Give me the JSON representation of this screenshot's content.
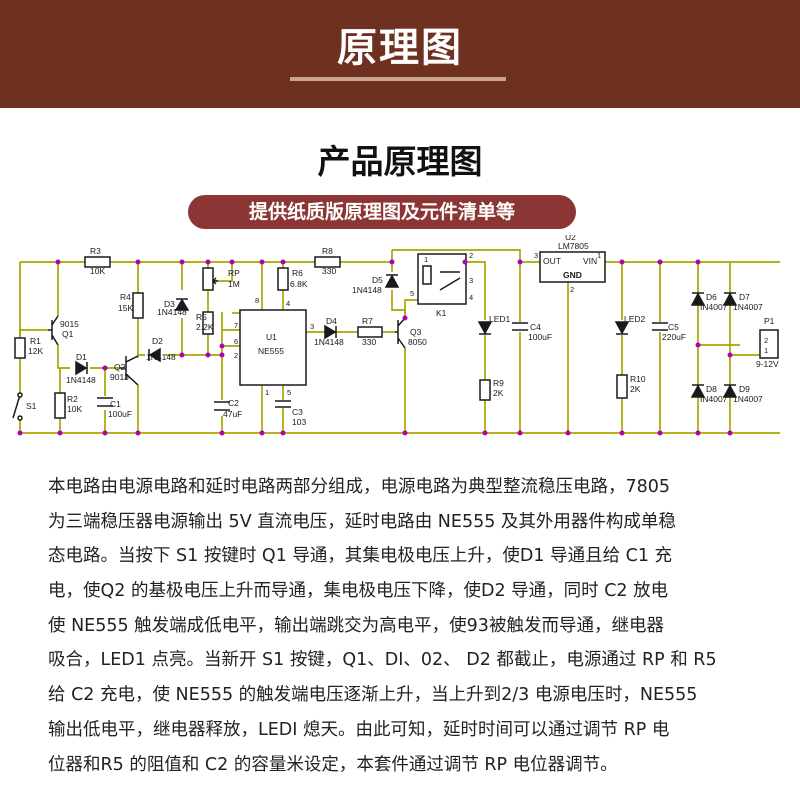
{
  "header": {
    "title": "原理图"
  },
  "section": {
    "title": "产品原理图",
    "subtitle": "提供纸质版原理图及元件清单等"
  },
  "schematic": {
    "labels": {
      "R3": "R3",
      "R3v": "10K",
      "R4": "R4",
      "R4v": "15K",
      "RP": "RP",
      "RPv": "1M",
      "R5": "R5",
      "R5v": "2.2K",
      "R6": "R6",
      "R6v": "6.8K",
      "R8": "R8",
      "R8v": "330",
      "D5": "D5",
      "D5v": "1N4148",
      "U2": "U2",
      "U2v": "LM7805",
      "OUT": "OUT",
      "VIN": "VIN",
      "GND": "GND",
      "R1": "R1",
      "R1v": "12K",
      "Q1": "Q1",
      "Q1v": "9015",
      "D3": "D3",
      "D3v": "1N4148",
      "D2": "D2",
      "D2v": "1N4148",
      "U1": "U1",
      "U1v": "NE555",
      "D4": "D4",
      "D4v": "1N4148",
      "R7": "R7",
      "R7v": "330",
      "Q3": "Q3",
      "Q3v": "8050",
      "K1": "K1",
      "LED1": "LED1",
      "C4": "C4",
      "C4v": "100uF",
      "LED2": "LED2",
      "C5": "C5",
      "C5v": "220uF",
      "D6": "D6",
      "D6v": "IN4007",
      "D7": "D7",
      "D7v": "1N4007",
      "D8": "D8",
      "D8v": "IN4007",
      "D9": "D9",
      "D9v": "1N4007",
      "P1": "P1",
      "P1v": "9-12V",
      "D1": "D1",
      "D1v": "1N4148",
      "Q2": "Q2",
      "Q2v": "9013",
      "R2": "R2",
      "R2v": "10K",
      "C1": "C1",
      "C1v": "100uF",
      "S1": "S1",
      "C2": "C2",
      "C2v": "47uF",
      "C3": "C3",
      "C3v": "103",
      "R9": "R9",
      "R9v": "2K",
      "R10": "R10",
      "R10v": "2K"
    },
    "pins": {
      "p8": "8",
      "p4": "4",
      "p7": "7",
      "p6": "6",
      "p2": "2",
      "p3": "3",
      "p1": "1",
      "p5": "5",
      "k1": "1",
      "k2": "2",
      "k3": "3",
      "k4": "4",
      "k5": "5",
      "u1": "1",
      "u2": "2",
      "u3": "3",
      "j2": "2",
      "j1": "1"
    }
  },
  "description": [
    "本电路由电源电路和延时电路两部分组成，电源电路为典型整流稳压电路，7805",
    "为三端稳压器电源输出 5V 直流电压，延时电路由 NE555 及其外用器件构成单稳",
    "态电路。当按下 S1 按键时 Q1 导通，其集电极电压上升，使D1 导通且给 C1 充",
    "电，使Q2 的基极电压上升而导通，集电极电压下降，使D2 导通，同时 C2 放电",
    "使 NE555 触发端成低电平，输出端跳交为高电平，使93被触发而导通，继电器",
    "吸合，LED1 点亮。当新开 S1 按键，Q1、DI、02、 D2 都截止，电源通过 RP 和 R5",
    "给 C2 充电，使 NE555 的触发端电压逐渐上升，当上升到2/3 电源电压时，NE555",
    "输出低电平，继电器释放，LEDI 熄天。由此可知，延时时间可以通过调节 RP 电",
    "位器和R5 的阻值和 C2 的容量米设定，本套件通过调节 RP 电位器调节。"
  ]
}
